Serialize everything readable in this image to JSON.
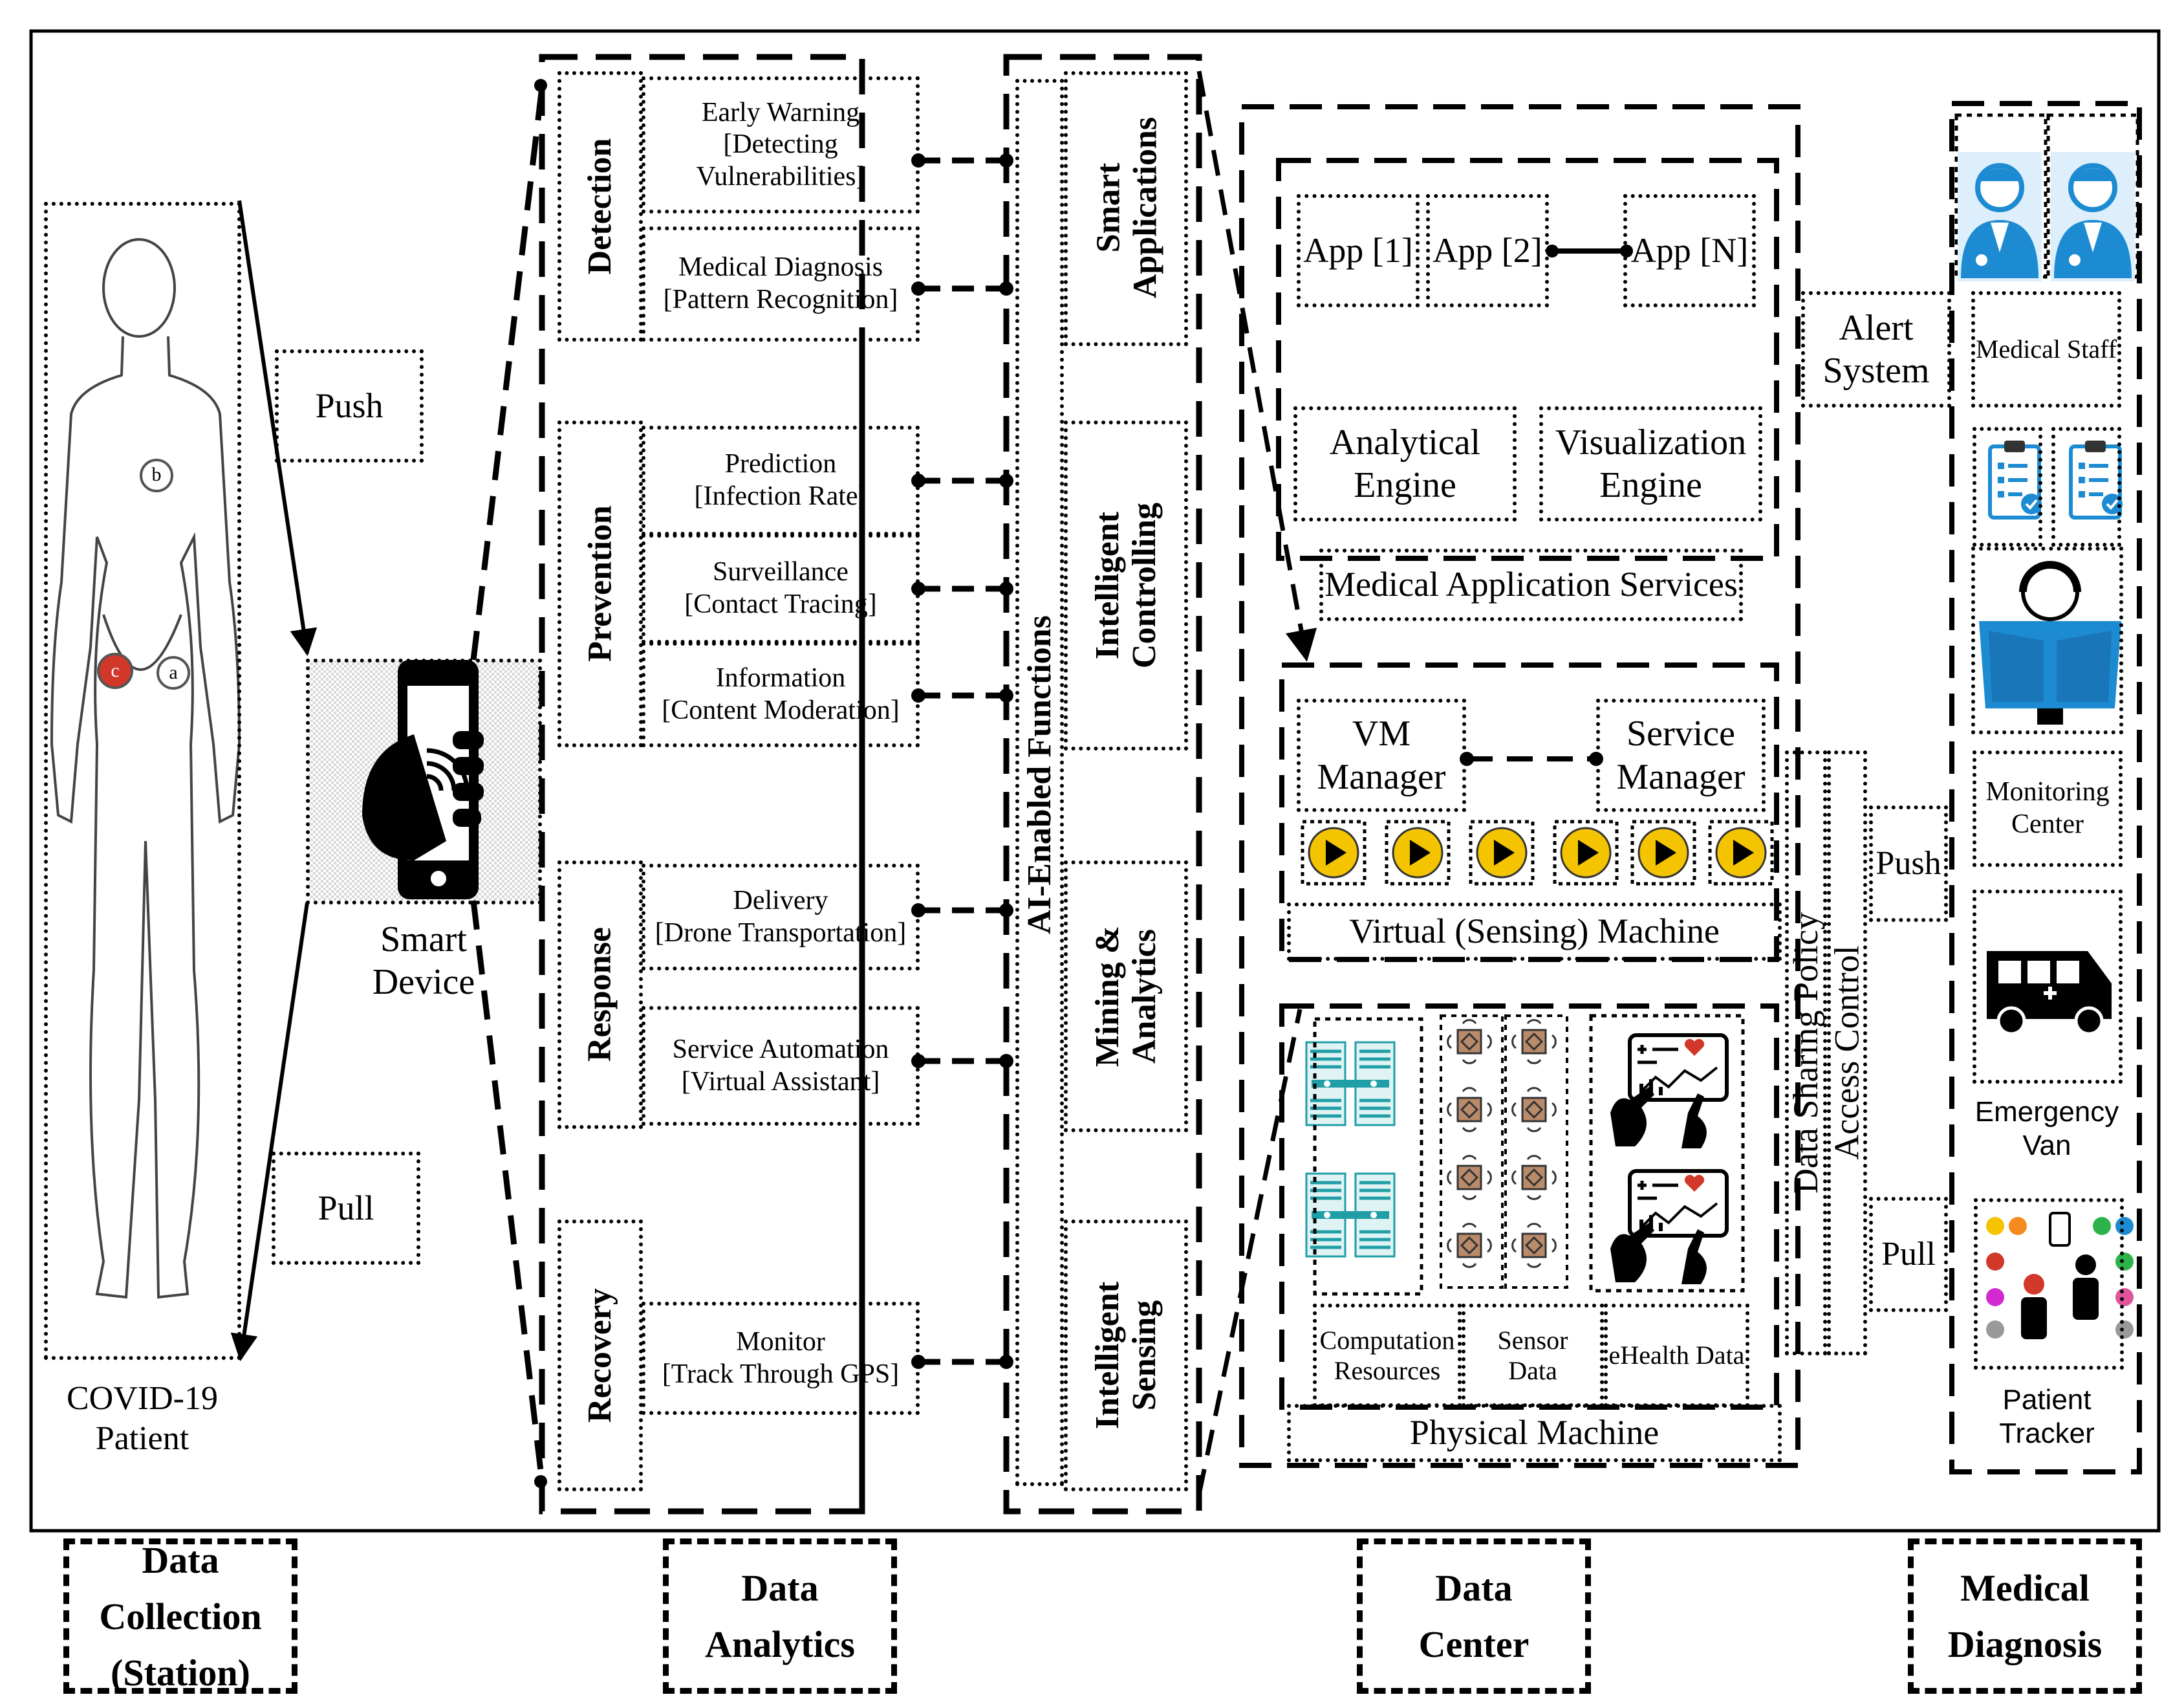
{
  "colors": {
    "stroke": "#000000",
    "teal": "#1f9ea6",
    "blue": "#1d8bd1",
    "yellow": "#f5c400",
    "red": "#d2382a",
    "brown": "#b98b6b"
  },
  "collection": {
    "push": "Push",
    "pull": "Pull",
    "patient": "COVID-19\nPatient",
    "device": "Smart\nDevice",
    "marker_a": "a",
    "marker_b": "b",
    "marker_c": "c"
  },
  "analytics": {
    "groups": [
      {
        "label": "Detection",
        "items": [
          "Early Warning\n[Detecting\nVulnerabilities]",
          "Medical Diagnosis\n[Pattern Recognition]"
        ]
      },
      {
        "label": "Prevention",
        "items": [
          "Prediction\n[Infection Rate]",
          "Surveillance\n[Contact Tracing]",
          "Information\n[Content Moderation]"
        ]
      },
      {
        "label": "Response",
        "items": [
          "Delivery\n[Drone Transportation]",
          "Service Automation\n[Virtual Assistant]"
        ]
      },
      {
        "label": "Recovery",
        "items": [
          "Monitor\n[Track Through GPS]"
        ]
      }
    ],
    "functions_title": "AI-Enabled Functions",
    "functions": [
      "Smart\nApplications",
      "Intelligent\nControlling",
      "Mining &\nAnalytics",
      "Intelligent\nSensing"
    ]
  },
  "datacenter": {
    "apps": [
      "App [1]",
      "App [2]",
      "App [N]"
    ],
    "analytical_engine": "Analytical\nEngine",
    "visualization_engine": "Visualization\nEngine",
    "medical_services": "Medical Application Services",
    "vm_manager": "VM\nManager",
    "service_manager": "Service\nManager",
    "virtual_machine": "Virtual (Sensing) Machine",
    "computation": "Computation\nResources",
    "sensor": "Sensor\nData",
    "ehealth": "eHealth Data",
    "physical_machine": "Physical Machine",
    "data_sharing": "Data Sharing Policy",
    "access_control": "Access Control"
  },
  "diagnosis": {
    "alert": "Alert\nSystem",
    "push": "Push",
    "pull": "Pull",
    "medical_staff": "Medical Staff",
    "monitoring_center": "Monitoring\nCenter",
    "emergency_van": "Emergency\nVan",
    "patient_tracker": "Patient\nTracker"
  },
  "footer": {
    "collection": "Data\nCollection\n(Station)",
    "analytics": "Data\nAnalytics",
    "center": "Data\nCenter",
    "diagnosis": "Medical\nDiagnosis"
  }
}
